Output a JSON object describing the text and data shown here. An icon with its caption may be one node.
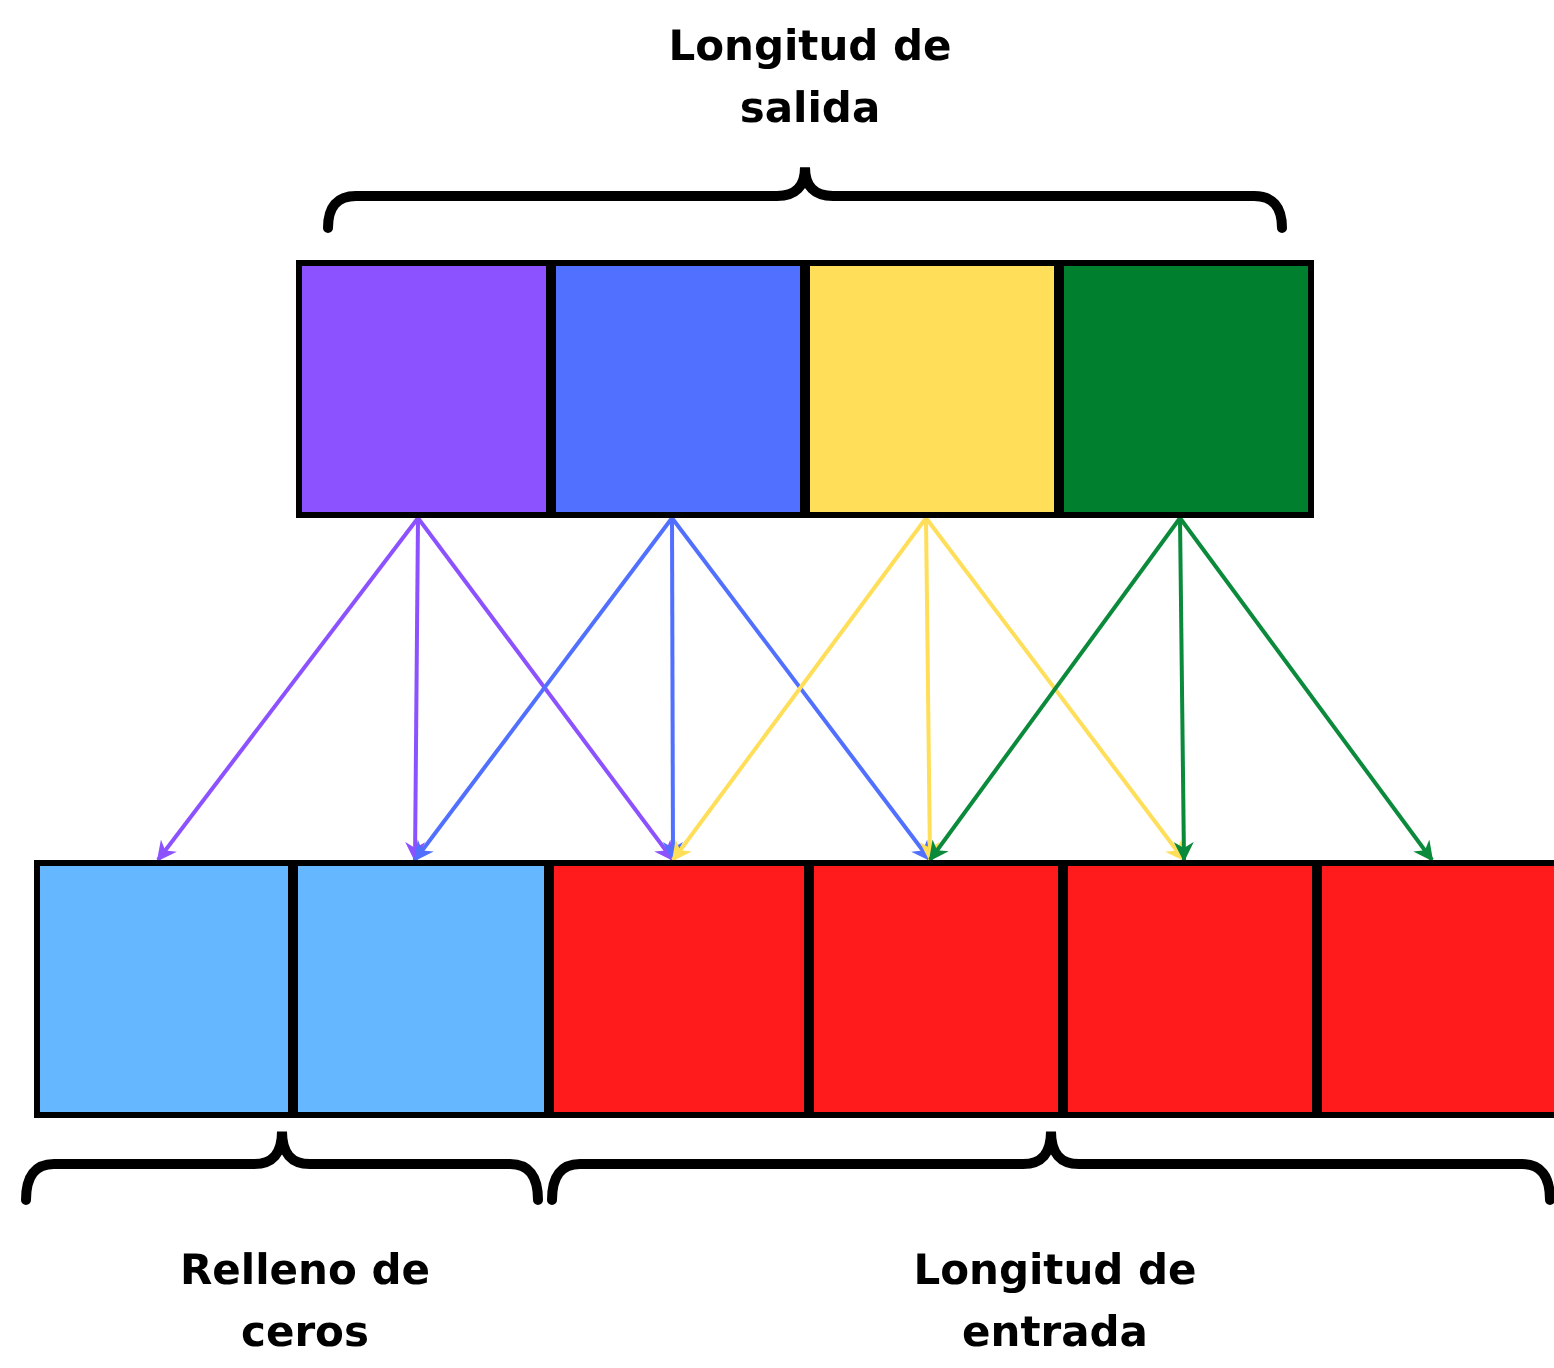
{
  "diagram": {
    "nodes": [
      {
        "text": [],
        "shape": "box"
      },
      {
        "text": [],
        "shape": "box"
      },
      {
        "text": [],
        "shape": "box"
      },
      {
        "text": [],
        "shape": "box"
      },
      {
        "text": [],
        "shape": "box"
      },
      {
        "text": [],
        "shape": "box"
      },
      {
        "text": [],
        "shape": "box"
      },
      {
        "text": [],
        "shape": "box"
      },
      {
        "text": [],
        "shape": "box"
      },
      {
        "text": [],
        "shape": "box"
      }
    ],
    "edges": [
      {
        "from": 0,
        "to": 4,
        "arrow": "to",
        "color": "#8c52ff"
      },
      {
        "from": 0,
        "to": 5,
        "arrow": "to",
        "color": "#8c52ff"
      },
      {
        "from": 0,
        "to": 6,
        "arrow": "to",
        "color": "#8c52ff"
      },
      {
        "from": 1,
        "to": 5,
        "arrow": "to",
        "color": "#5170ff"
      },
      {
        "from": 1,
        "to": 6,
        "arrow": "to",
        "color": "#5170ff"
      },
      {
        "from": 1,
        "to": 7,
        "arrow": "to",
        "color": "#5170ff"
      },
      {
        "from": 2,
        "to": 6,
        "arrow": "to",
        "color": "#ffde59"
      },
      {
        "from": 2,
        "to": 7,
        "arrow": "to",
        "color": "#ffde59"
      },
      {
        "from": 2,
        "to": 8,
        "arrow": "to",
        "color": "#ffde59"
      },
      {
        "from": 3,
        "to": 7,
        "arrow": "to",
        "color": "#0a8a3a"
      },
      {
        "from": 3,
        "to": 8,
        "arrow": "to",
        "color": "#0a8a3a"
      },
      {
        "from": 3,
        "to": 9,
        "arrow": "to",
        "color": "#0a8a3a"
      }
    ],
    "labels": [
      "Longitud de salida",
      "Relleno de ceros",
      "Longitud de entrada"
    ]
  }
}
